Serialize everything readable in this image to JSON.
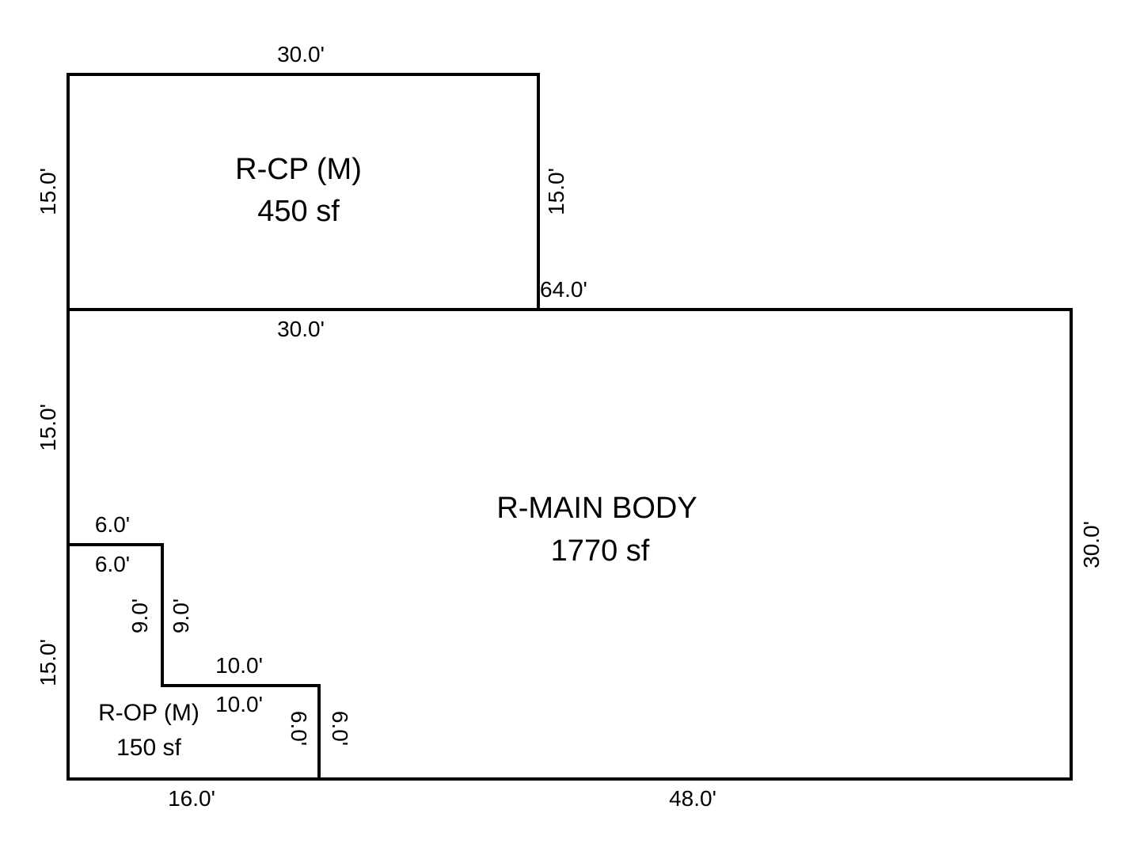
{
  "areas": {
    "carport": {
      "name": "R-CP (M)",
      "area": "450 sf"
    },
    "main_body": {
      "name": "R-MAIN BODY",
      "area": "1770 sf"
    },
    "open_porch": {
      "name": "R-OP (M)",
      "area": "150 sf"
    }
  },
  "dimensions": {
    "cp_top": "30.0'",
    "cp_left": "15.0'",
    "cp_right": "15.0'",
    "cp_bottom": "30.0'",
    "main_top": "64.0'",
    "main_left_upper": "15.0'",
    "main_left_lower": "15.0'",
    "main_right": "30.0'",
    "main_bottom": "48.0'",
    "op_bottom": "16.0'",
    "op_step_top_outer": "6.0'",
    "op_step_top_inner": "6.0'",
    "op_step_vert_inner": "9.0'",
    "op_step_vert_outer": "9.0'",
    "op_step_mid_outer": "10.0'",
    "op_step_mid_inner": "10.0'",
    "op_right_inner": "6.0'",
    "op_right_outer": "6.0'"
  },
  "colors": {
    "line": "#000000",
    "text": "#000000",
    "background": "#ffffff"
  }
}
